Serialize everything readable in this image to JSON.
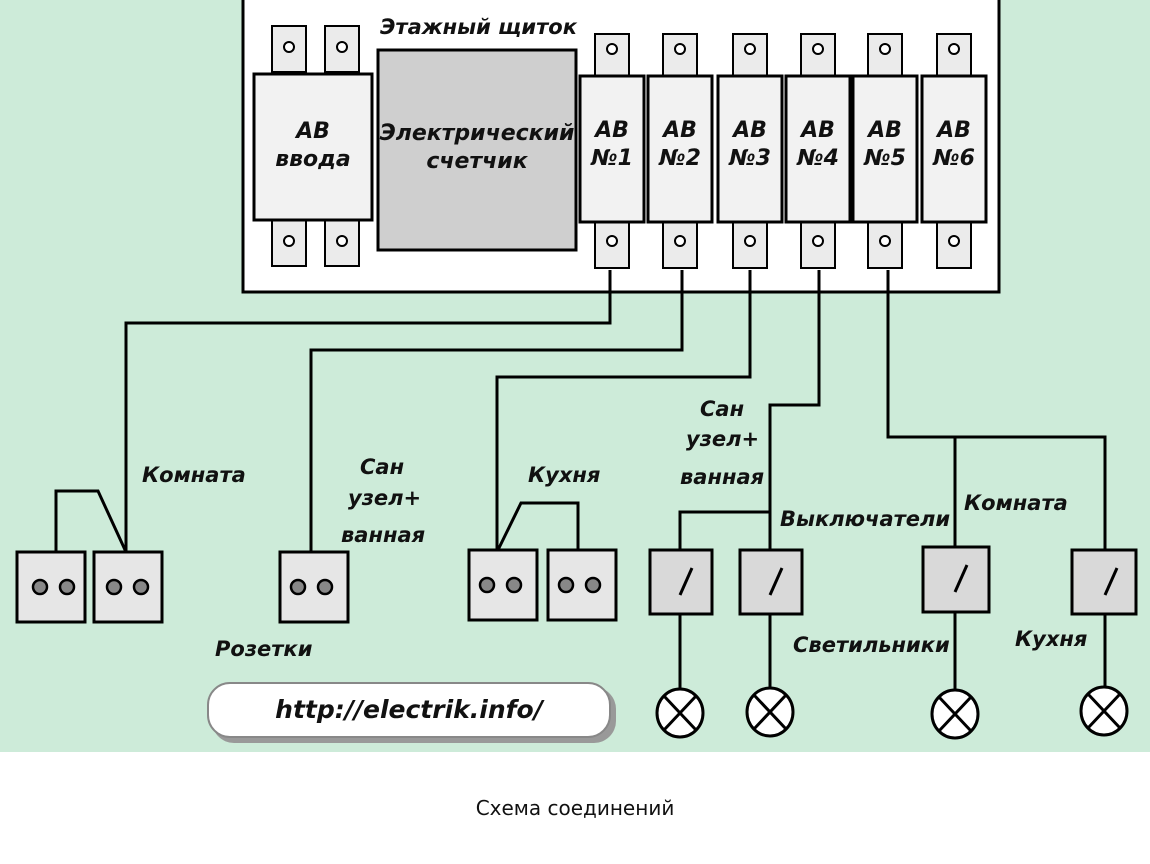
{
  "colors": {
    "background": "#cdebd9",
    "panel": "#ffffff",
    "breaker": "#f2f2f2",
    "meter": "#cfcfcf",
    "wire": "#000000"
  },
  "panel": {
    "title": "Этажный щиток",
    "input_breaker": [
      "АВ",
      "ввода"
    ],
    "meter": [
      "Электрический",
      "счетчик"
    ],
    "breakers": [
      [
        "АВ",
        "№1"
      ],
      [
        "АВ",
        "№2"
      ],
      [
        "АВ",
        "№3"
      ],
      [
        "АВ",
        "№4"
      ],
      [
        "АВ",
        "№5"
      ],
      [
        "АВ",
        "№6"
      ]
    ]
  },
  "labels": {
    "komnata_1": "Комната",
    "san_1": [
      "Сан",
      "узел+",
      "ванная"
    ],
    "kuhnya_1": "Кухня",
    "san_2": [
      "Сан",
      "узел+",
      "ванная"
    ],
    "vykl": "Выключатели",
    "komnata_2": "Комната",
    "rozetki": "Розетки",
    "svetilniki": "Светильники",
    "kuhnya_2": "Кухня"
  },
  "url": "http://electrik.info/",
  "caption": "Схема соединений"
}
